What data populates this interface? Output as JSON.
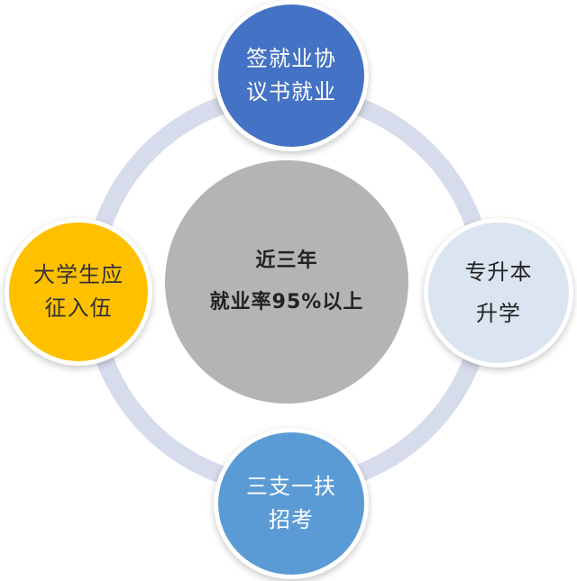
{
  "colors": {
    "ring": "#d6dcec",
    "center": "#b4b4b4",
    "top": "#4472c4",
    "bottom": "#5b9bd5",
    "left": "#ffc000",
    "right": "#dbe4f1"
  },
  "center": {
    "line1": "近三年",
    "line2": "就业率95%以上"
  },
  "nodes": {
    "top": {
      "line1": "签就业协",
      "line2": "议书就业"
    },
    "right": {
      "line1": "专升本",
      "line2": "升学"
    },
    "bottom": {
      "line1": "三支一扶",
      "line2": "招考"
    },
    "left": {
      "line1": "大学生应",
      "line2": "征入伍"
    }
  }
}
